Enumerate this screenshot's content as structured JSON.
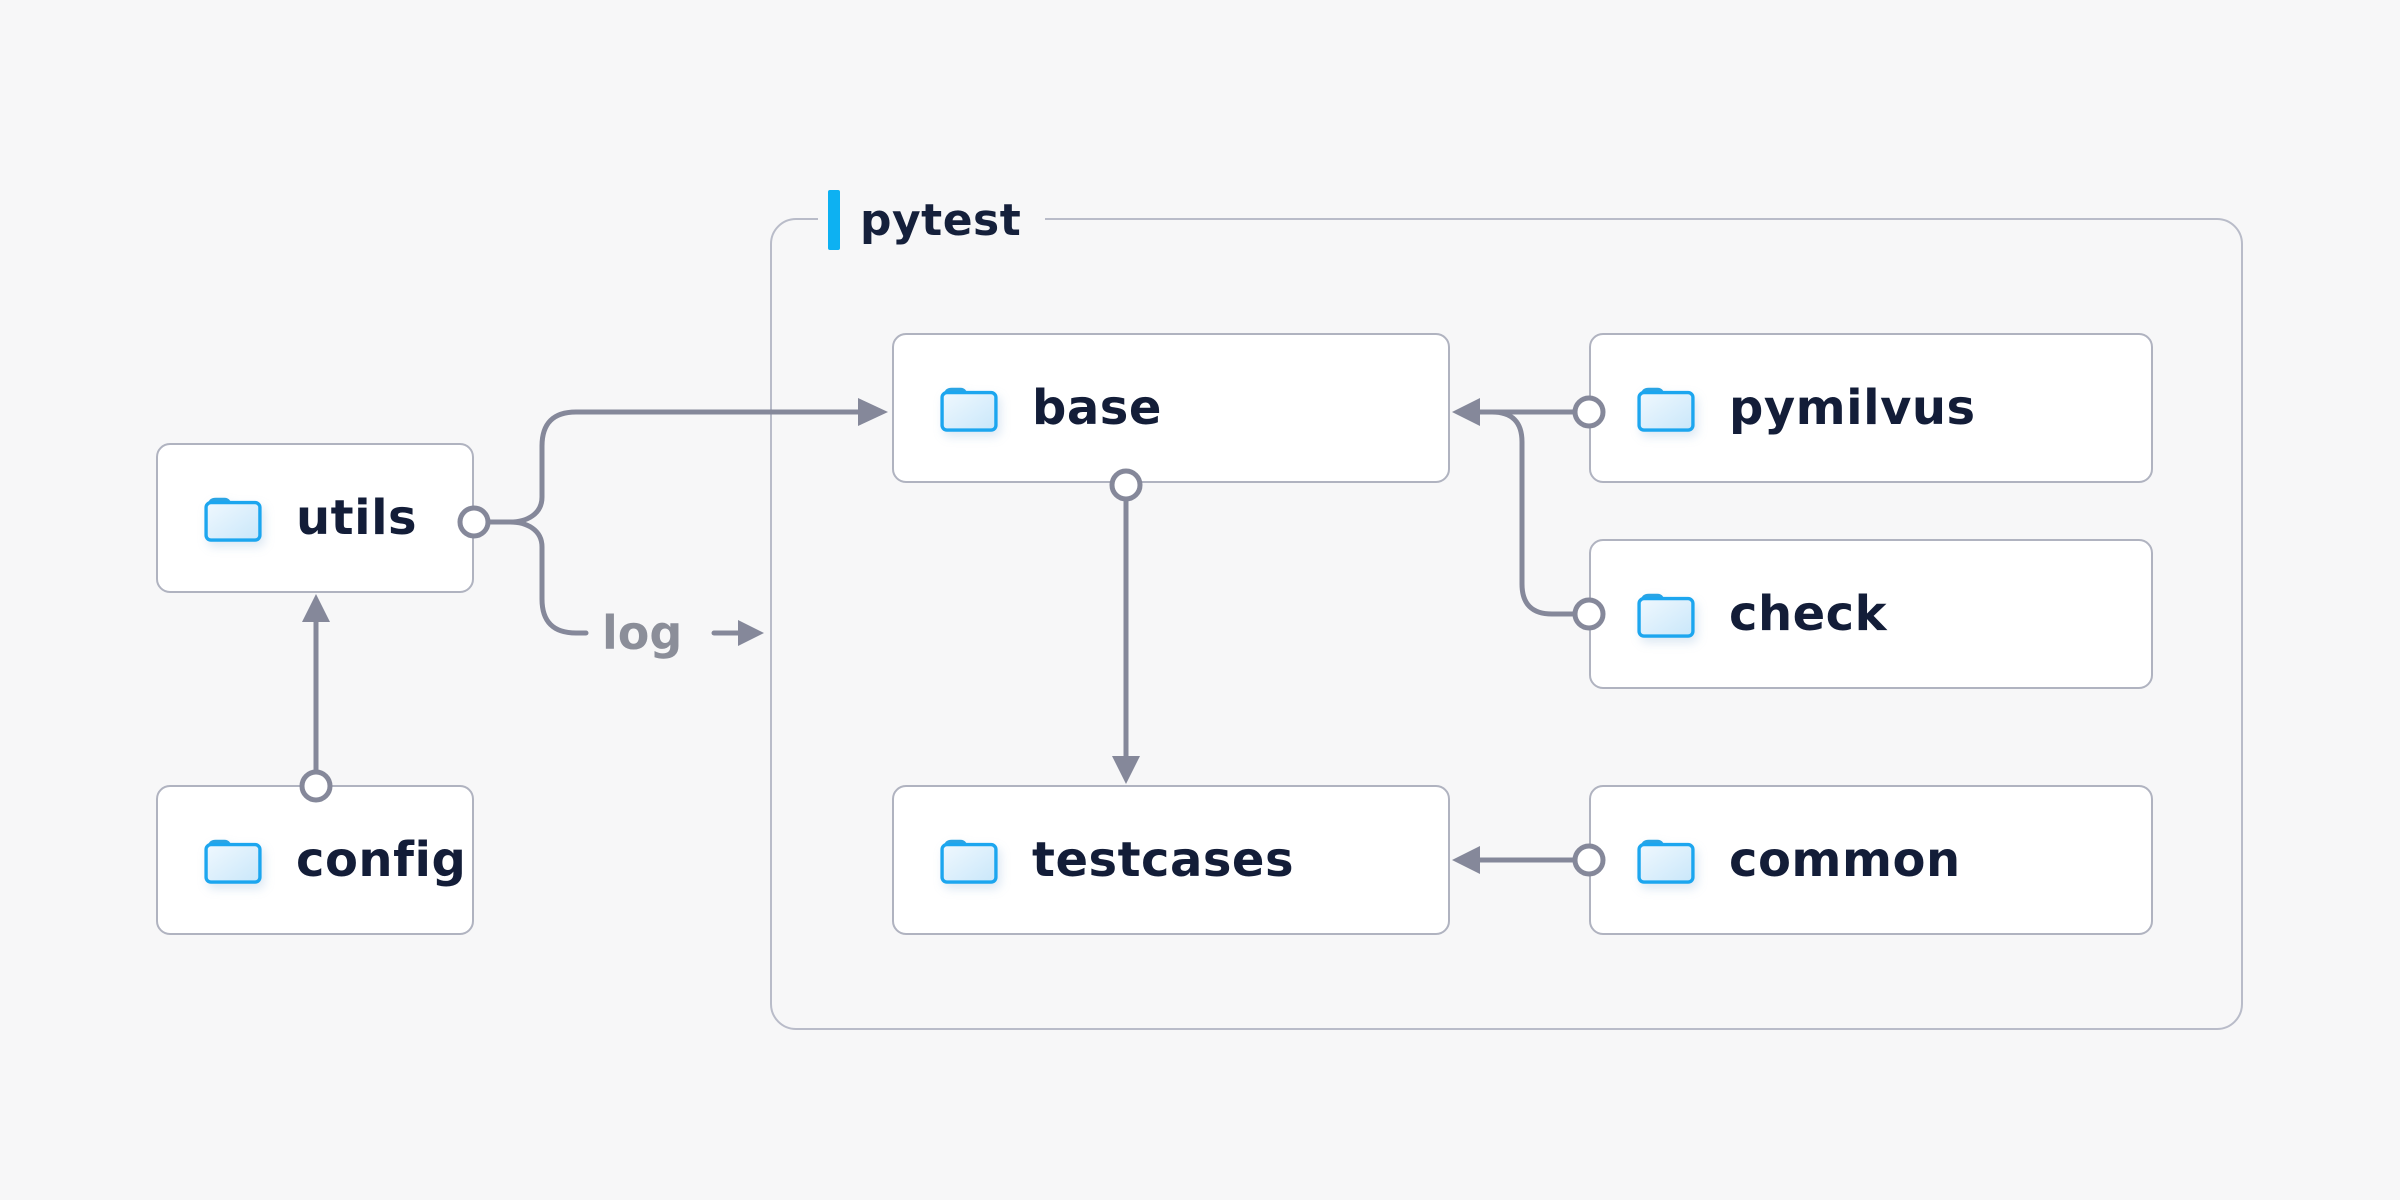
{
  "container": {
    "label": "pytest",
    "accent_color": "#0db1f2",
    "border_color": "#b9bcc9"
  },
  "nodes": [
    {
      "id": "utils",
      "label": "utils",
      "icon": "folder-icon"
    },
    {
      "id": "config",
      "label": "config",
      "icon": "folder-icon"
    },
    {
      "id": "base",
      "label": "base",
      "icon": "folder-icon"
    },
    {
      "id": "pymilvus",
      "label": "pymilvus",
      "icon": "folder-icon"
    },
    {
      "id": "check",
      "label": "check",
      "icon": "folder-icon"
    },
    {
      "id": "testcases",
      "label": "testcases",
      "icon": "folder-icon"
    },
    {
      "id": "common",
      "label": "common",
      "icon": "folder-icon"
    }
  ],
  "edges": [
    {
      "from": "config",
      "to": "utils",
      "label": ""
    },
    {
      "from": "utils",
      "to": "base",
      "label": ""
    },
    {
      "from": "utils",
      "to": "log",
      "label": "log"
    },
    {
      "from": "base",
      "to": "testcases",
      "label": ""
    },
    {
      "from": "pymilvus",
      "to": "base",
      "label": ""
    },
    {
      "from": "check",
      "to": "base",
      "label": ""
    },
    {
      "from": "common",
      "to": "testcases",
      "label": ""
    }
  ],
  "colors": {
    "background": "#f7f7f8",
    "node_background": "#ffffff",
    "node_border": "#b0b3c0",
    "node_text": "#131d38",
    "wire_gray": "#85889a",
    "folder_blue": "#1ca6ef",
    "folder_fill_light": "#f0f8fe",
    "folder_fill_dark": "#c9e7fa"
  }
}
